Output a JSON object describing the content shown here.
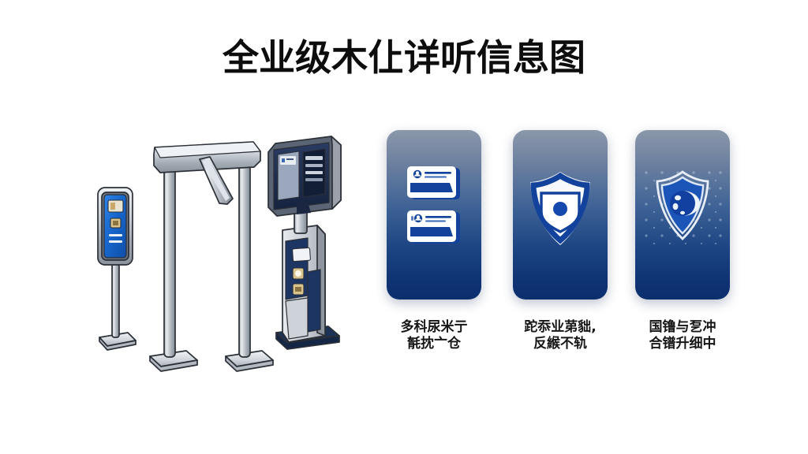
{
  "poster": {
    "title": "全业级木仩详听信息图",
    "background_color": "#ffffff",
    "title_color": "#0d0d0d"
  },
  "illustration": {
    "name": "access-control-equipment-illustration",
    "devices": [
      {
        "id": "pole-reader-kiosk",
        "label": "small blue card-reader terminal on pole with base",
        "body_color": "#1f6fd0",
        "frame_color": "#9aa3ac"
      },
      {
        "id": "security-gantry-arch",
        "label": "metallic walk-through gantry arch with diagonal brace",
        "body_color": "#b8bec6"
      },
      {
        "id": "floor-standing-terminal",
        "label": "floor standing kiosk with navy monitor head",
        "screen_color": "#1d2c4e",
        "body_color": "#c8ccd2"
      }
    ]
  },
  "cards": {
    "gradient_top": "#8b98ab",
    "gradient_bottom": "#0c2f6e",
    "accent_blue": "#10439b",
    "items": [
      {
        "icon": "id-card-stack-icon",
        "label": "多科尿米亍\n毻抌亠仓"
      },
      {
        "icon": "shield-check-icon",
        "label": "跎忝业苐貀,\n反緱不轨"
      },
      {
        "icon": "shield-globe-network-icon",
        "label": "国镥与乭冲\n合镨升细中"
      }
    ]
  }
}
